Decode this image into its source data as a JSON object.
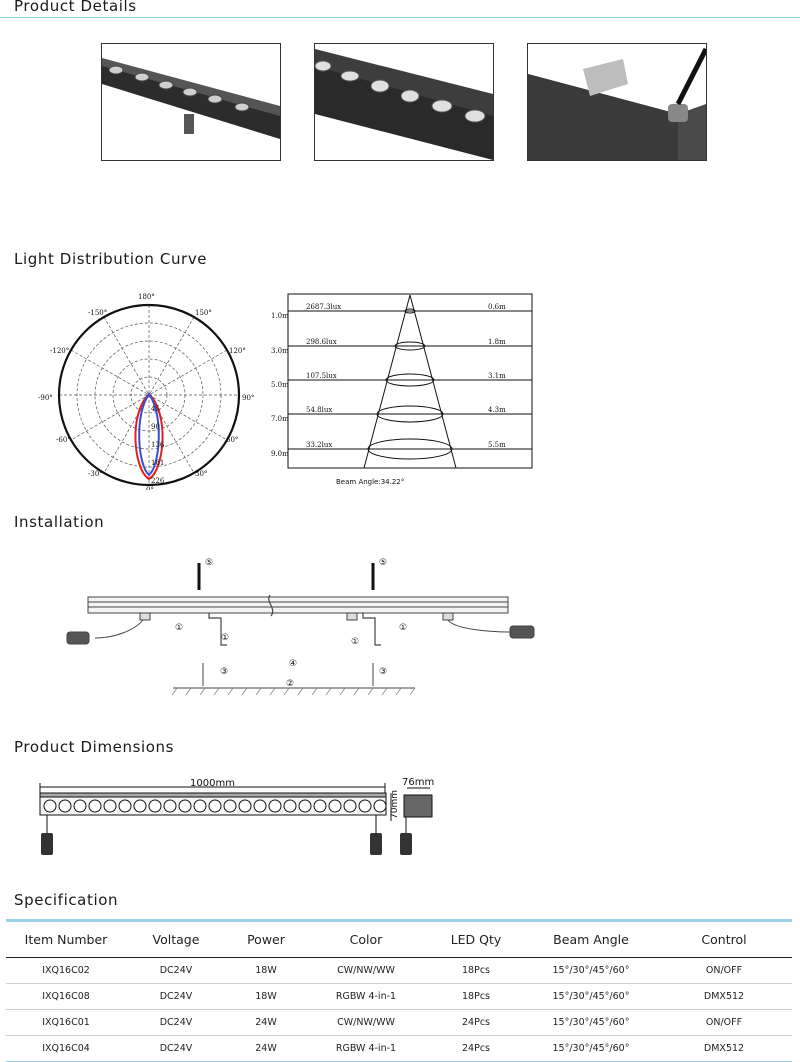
{
  "sections": {
    "details": "Product Details",
    "light": "Light Distribution Curve",
    "install": "Installation",
    "dims": "Product Dimensions",
    "spec": "Specification"
  },
  "polar": {
    "angles": {
      "a180": "180°",
      "am150": "-150°",
      "ap150": "150°",
      "am120": "-120°",
      "ap120": "120°",
      "am90": "-90°",
      "ap90": "90°",
      "am60": "-60°",
      "ap60": "60°",
      "am30": "-30°",
      "ap30": "30°",
      "a0": "0°"
    },
    "radial": [
      "45",
      "90",
      "136",
      "181",
      "226"
    ]
  },
  "beam": {
    "rows": [
      {
        "dist": "1.0m",
        "lux": "2687.3lux",
        "dia": "0.6m"
      },
      {
        "dist": "3.0m",
        "lux": "298.6lux",
        "dia": "1.8m"
      },
      {
        "dist": "5.0m",
        "lux": "107.5lux",
        "dia": "3.1m"
      },
      {
        "dist": "7.0m",
        "lux": "54.8lux",
        "dia": "4.3m"
      },
      {
        "dist": "9.0m",
        "lux": "33.2lux",
        "dia": "5.5m"
      }
    ],
    "angle_label": "Beam Angle:34.22°"
  },
  "installation": {
    "s5a": "⑤",
    "s5b": "⑤",
    "s1a": "①",
    "s1b": "①",
    "s1c": "①",
    "s1d": "①",
    "s3a": "③",
    "s3b": "③",
    "s4": "④",
    "s2": "②"
  },
  "dimensions": {
    "length": "1000mm",
    "height": "70mm",
    "width": "76mm"
  },
  "spec": {
    "headers": [
      "Item Number",
      "Voltage",
      "Power",
      "Color",
      "LED Qty",
      "Beam Angle",
      "Control"
    ],
    "rows": [
      [
        "IXQ16C02",
        "DC24V",
        "18W",
        "CW/NW/WW",
        "18Pcs",
        "15°/30°/45°/60°",
        "ON/OFF"
      ],
      [
        "IXQ16C08",
        "DC24V",
        "18W",
        "RGBW 4-in-1",
        "18Pcs",
        "15°/30°/45°/60°",
        "DMX512"
      ],
      [
        "IXQ16C01",
        "DC24V",
        "24W",
        "CW/NW/WW",
        "24Pcs",
        "15°/30°/45°/60°",
        "ON/OFF"
      ],
      [
        "IXQ16C04",
        "DC24V",
        "24W",
        "RGBW 4-in-1",
        "24Pcs",
        "15°/30°/45°/60°",
        "DMX512"
      ]
    ]
  },
  "colors": {
    "rule": "#8fd0ea",
    "curve_red": "#e02020",
    "curve_blue": "#3a4fd0"
  }
}
